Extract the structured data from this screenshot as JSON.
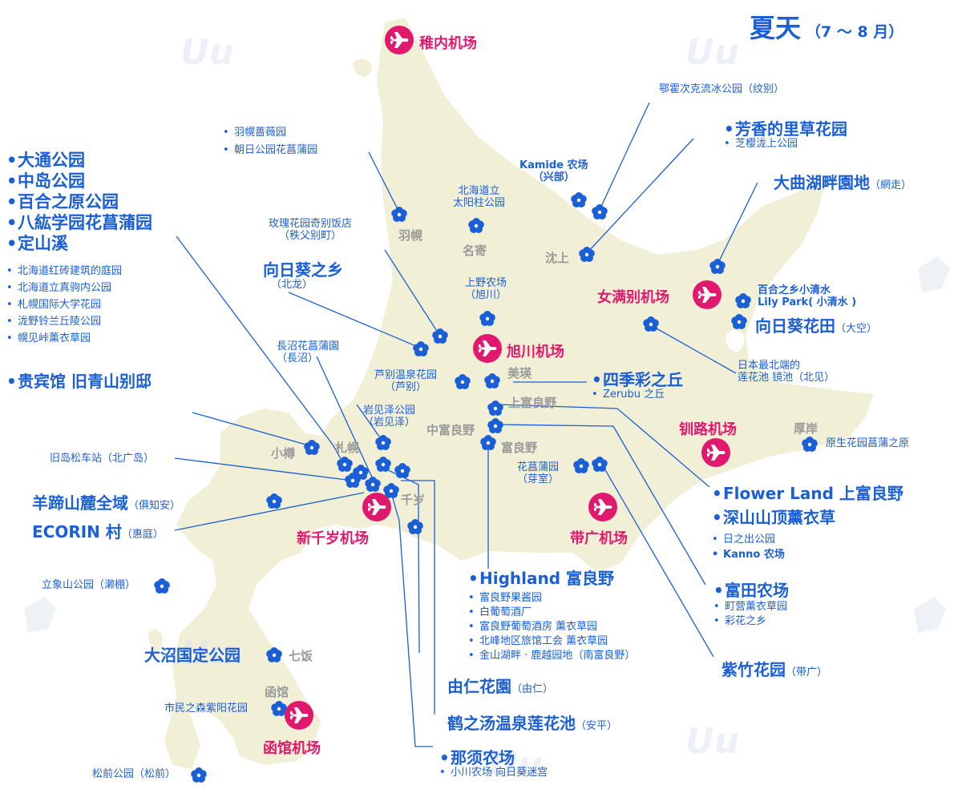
{
  "title": {
    "main": "夏天",
    "sub": "（7 ～ 8 月）"
  },
  "colors": {
    "land": "#f1efd5",
    "accent": "#1a5fd6",
    "airport": "#e0196e",
    "town": "#9a9a9a"
  },
  "icons": {
    "flower": "flower-icon",
    "airport": "airplane-icon"
  },
  "towns": [
    "羽幌",
    "名寄",
    "沈上",
    "美瑛",
    "上富良野",
    "中富良野",
    "富良野",
    "小樽",
    "札幌",
    "千岁",
    "七饭",
    "函馆",
    "厚岸"
  ],
  "airports": [
    "稚内机场",
    "女满别机场",
    "旭川机场",
    "钏路机场",
    "新千岁机场",
    "带广机场",
    "函馆机场"
  ],
  "labels": {
    "sapporo_group": [
      "大通公园",
      "中岛公园",
      "百合之原公园",
      "八紘学园花菖蒲园",
      "定山溪"
    ],
    "sapporo_small": [
      "北海道红砖建筑的庭园",
      "北海道立真驹内公园",
      "札幌国际大学花园",
      "泷野铃兰丘陵公园",
      "幌见峠薰衣草园"
    ],
    "haboro": [
      "羽幌蔷薇园",
      "朝日公园花菖蒲园"
    ],
    "nayoro": {
      "l1": "北海道立",
      "l2": "太阳柱公园"
    },
    "kamide": {
      "l1": "Kamide 农场",
      "l2": "（兴部）"
    },
    "okhotsk": "鄂霍次克流冰公园（纹别）",
    "houka": {
      "main": "芳香的里草花园",
      "sub": "芝樱泷上公园"
    },
    "omagari": {
      "main": "大曲湖畔園地",
      "note": "（網走）"
    },
    "rose_hotel": {
      "l1": "玫瑰花园奇别饭店",
      "l2": "（秩父别町）"
    },
    "hokuryu": {
      "main": "向日葵之乡",
      "note": "（北龙）"
    },
    "ueno": {
      "l1": "上野农场",
      "l2": "（旭川）"
    },
    "lily": {
      "l1": "百合之乡小清水",
      "l2": "Lily Park( 小清水 )"
    },
    "ozora": {
      "main": "向日葵花田",
      "note": "（大空）"
    },
    "kitami": {
      "l1": "日本最北端的",
      "l2": "莲花池 镜池（北见）"
    },
    "naganuma": {
      "l1": "長沼花菖蒲園",
      "l2": "（長沼）"
    },
    "ashibetsu": {
      "l1": "芦别温泉花园",
      "l2": "（芦别）"
    },
    "shikisai": {
      "main": "四季彩之丘",
      "sub": "Zerubu 之丘"
    },
    "kihinkan": "贵宾馆 旧青山别邸",
    "iwamizawa": {
      "l1": "岩见泽公园",
      "l2": "（岩见泽）"
    },
    "kyushima": "旧岛松车站（北广岛）",
    "yotei": {
      "main": "羊蹄山麓全域",
      "note": "（俱知安）"
    },
    "ecorin": {
      "main": "ECORIN 村",
      "note": "（惠庭）"
    },
    "tateyama": "立象山公园（濑棚）",
    "memuro": {
      "l1": "花菖蒲园",
      "l2": "（芽室）"
    },
    "flowerland": [
      "Flower Land 上富良野",
      "深山山顶薰衣草"
    ],
    "flowerland_small": [
      "日之出公园",
      "Kanno 农场"
    ],
    "genseikaen": "原生花园菖蒲之原",
    "highland": {
      "main": "Highland 富良野",
      "items": [
        "富良野果酱园",
        "白葡萄酒厂",
        "富良野葡萄酒房 薰衣草园",
        "北峰地区旅馆工会 薰衣草园",
        "金山湖畔 · 鹿越园地（南富良野）"
      ]
    },
    "tomita": {
      "main": "富田农场",
      "items": [
        "町营薰衣草园",
        "彩花之乡"
      ]
    },
    "shichiku": {
      "main": "紫竹花园",
      "note": "（带广）"
    },
    "onuma": "大沼国定公园",
    "yuni": {
      "main": "由仁花園",
      "note": "（由仁）"
    },
    "tsurunoyu": {
      "main": "鹤之汤温泉莲花池",
      "note": "（安平）"
    },
    "shiminnomori": "市民之森紫阳花园",
    "nasu": {
      "main": "那须农场",
      "sub": "小川农场 向日葵迷宫"
    },
    "matsumae": "松前公园（松前）"
  }
}
